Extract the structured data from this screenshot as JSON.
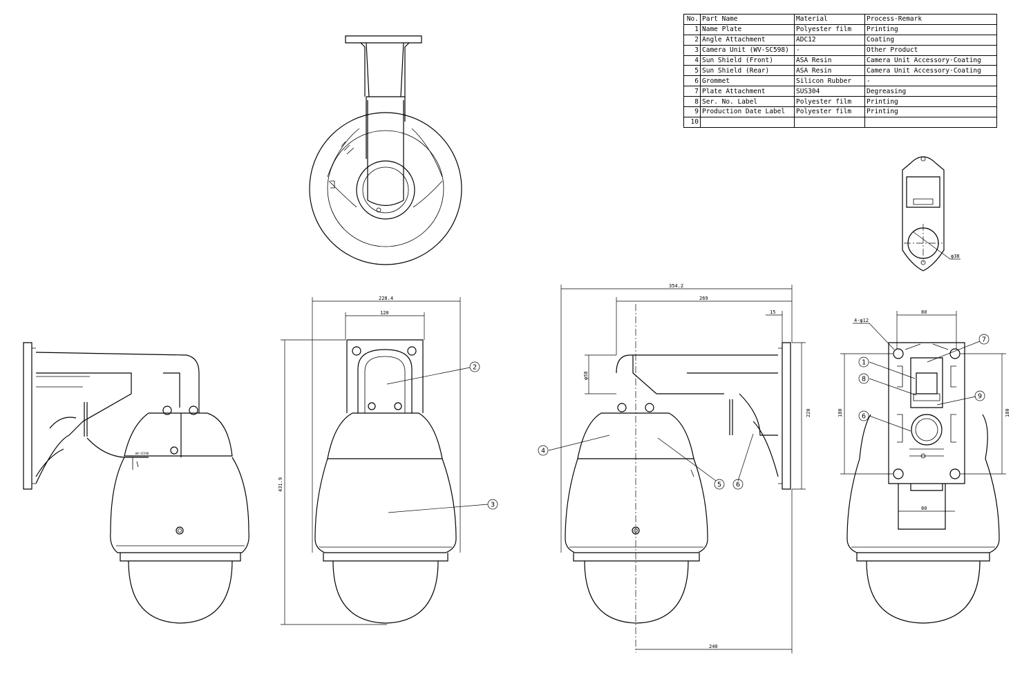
{
  "parts_table": {
    "headers": [
      "No.",
      "Part Name",
      "Material",
      "Process·Remark"
    ],
    "rows": [
      {
        "no": "1",
        "name": "Name Plate",
        "material": "Polyester film",
        "remark": "Printing"
      },
      {
        "no": "2",
        "name": "Angle Attachment",
        "material": "ADC12",
        "remark": "Coating"
      },
      {
        "no": "3",
        "name": "Camera Unit (WV-SC598)",
        "material": "-",
        "remark": "Other Product"
      },
      {
        "no": "4",
        "name": "Sun Shield (Front)",
        "material": "ASA Resin",
        "remark": "Camera Unit Accessory·Coating"
      },
      {
        "no": "5",
        "name": "Sun Shield (Rear)",
        "material": "ASA Resin",
        "remark": "Camera Unit Accessory·Coating"
      },
      {
        "no": "6",
        "name": "Grommet",
        "material": "Silicon Rubber",
        "remark": "-"
      },
      {
        "no": "7",
        "name": "Plate Attachment",
        "material": "SUS304",
        "remark": "Degreasing"
      },
      {
        "no": "8",
        "name": "Ser. No. Label",
        "material": "Polyester film",
        "remark": "Printing"
      },
      {
        "no": "9",
        "name": "Production Date Label",
        "material": "Polyester film",
        "remark": "Printing"
      },
      {
        "no": "10",
        "name": "",
        "material": "",
        "remark": ""
      }
    ]
  },
  "dimensions": {
    "width_front": "228.4",
    "bracket_width_front": "120",
    "height_total": "431.9",
    "depth_total": "354.2",
    "depth_axis": "269",
    "plate_thickness": "15",
    "bracket_height": "220",
    "bracket_dia": "φ58",
    "bottom_offset": "240",
    "hole_spacing_top": "80",
    "hole_spacing_bottom": "80",
    "hole_note": "4-φ12",
    "plate_height_left": "180",
    "plate_height_right": "180",
    "hole_dia_top_view": "φ38"
  },
  "balloons": {
    "b1": "1",
    "b2": "2",
    "b3": "3",
    "b4": "4",
    "b5": "5",
    "b6": "6",
    "b7": "7",
    "b8": "8",
    "b9": "9"
  }
}
